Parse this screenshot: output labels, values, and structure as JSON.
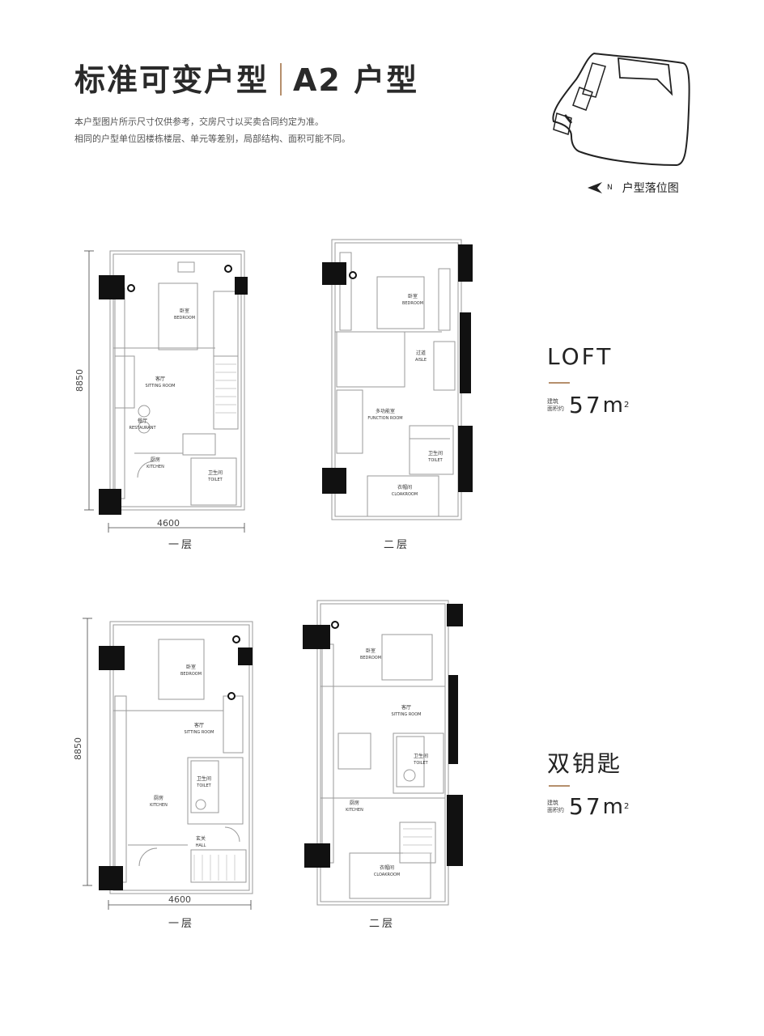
{
  "header": {
    "title_left": "标准可变户型",
    "title_right": "A2 户型",
    "desc_line1": "本户型图片所示尺寸仅供参考，交房尺寸以买卖合同约定为准。",
    "desc_line2": "相同的户型单位因楼栋楼层、单元等差别，局部结构、面积可能不同。"
  },
  "keyplan": {
    "north": "N",
    "caption": "户型落位图"
  },
  "loft": {
    "name": "LOFT",
    "area_label_1": "建筑",
    "area_label_2": "面积约",
    "area_value": "57",
    "area_unit": "m",
    "area_sup": "2",
    "floor1": {
      "label": "一层",
      "dim_width": "4600",
      "dim_height": "8850",
      "bedroom_cn": "卧室",
      "bedroom_en": "BEDROOM",
      "sitting_cn": "客厅",
      "sitting_en": "SITTING ROOM",
      "restaurant_cn": "餐厅",
      "restaurant_en": "RESTAURANT",
      "kitchen_cn": "厨房",
      "kitchen_en": "KITCHEN",
      "toilet_cn": "卫生间",
      "toilet_en": "TOILET"
    },
    "floor2": {
      "label": "二层",
      "bedroom_cn": "卧室",
      "bedroom_en": "BEDROOM",
      "aisle_cn": "过道",
      "aisle_en": "AISLE",
      "function_cn": "多功能室",
      "function_en": "FUNCTION ROOM",
      "toilet_cn": "卫生间",
      "toilet_en": "TOILET",
      "cloak_cn": "衣帽间",
      "cloak_en": "CLOAKROOM"
    }
  },
  "dualkey": {
    "name": "双钥匙",
    "area_label_1": "建筑",
    "area_label_2": "面积约",
    "area_value": "57",
    "area_unit": "m",
    "area_sup": "2",
    "floor1": {
      "label": "一层",
      "dim_width": "4600",
      "dim_height": "8850",
      "bedroom_cn": "卧室",
      "bedroom_en": "BEDROOM",
      "sitting_cn": "客厅",
      "sitting_en": "SITTING ROOM",
      "toilet_cn": "卫生间",
      "toilet_en": "TOILET",
      "kitchen_cn": "厨房",
      "kitchen_en": "KITCHEN",
      "hall_cn": "玄关",
      "hall_en": "HALL"
    },
    "floor2": {
      "label": "二层",
      "bedroom_cn": "卧室",
      "bedroom_en": "BEDROOM",
      "sitting_cn": "客厅",
      "sitting_en": "SITTING ROOM",
      "toilet_cn": "卫生间",
      "toilet_en": "TOILET",
      "kitchen_cn": "厨房",
      "kitchen_en": "KITCHEN",
      "cloak_cn": "衣帽间",
      "cloak_en": "CLOAKROOM"
    }
  },
  "colors": {
    "accent": "#b58f6c",
    "wall": "#111111",
    "line": "#9a9a9a"
  }
}
